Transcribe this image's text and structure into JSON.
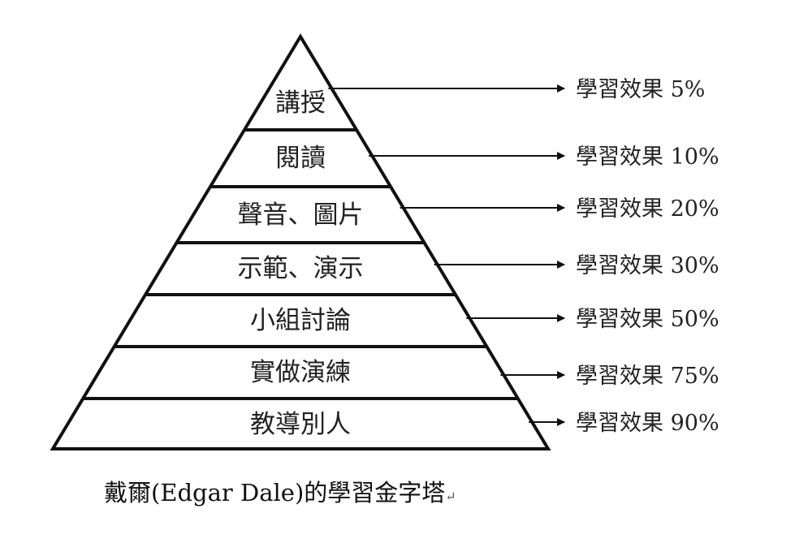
{
  "title": "戴爾(Edgar Dale)的學習金字塔",
  "paragraph_mark": "↵",
  "levels": [
    {
      "label": "講授",
      "effect": "學習效果 5%",
      "retention_percent": 5
    },
    {
      "label": "閱讀",
      "effect": "學習效果 10%",
      "retention_percent": 10
    },
    {
      "label": "聲音、圖片",
      "effect": "學習效果 20%",
      "retention_percent": 20
    },
    {
      "label": "示範、演示",
      "effect": "學習效果 30%",
      "retention_percent": 30
    },
    {
      "label": "小組討論",
      "effect": "學習效果 50%",
      "retention_percent": 50
    },
    {
      "label": "實做演練",
      "effect": "學習效果 75%",
      "retention_percent": 75
    },
    {
      "label": "教導別人",
      "effect": "學習效果 90%",
      "retention_percent": 90
    }
  ],
  "colors": {
    "line": "#111111",
    "background": "#ffffff"
  }
}
